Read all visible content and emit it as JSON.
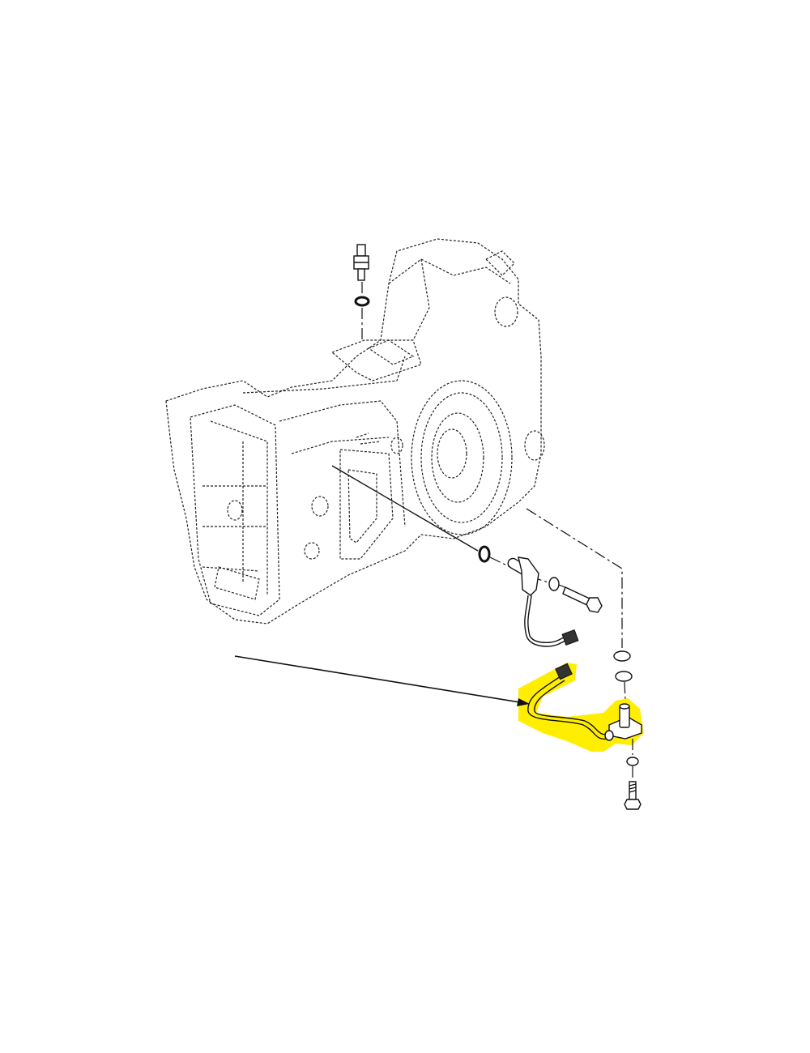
{
  "diagram": {
    "colors": {
      "background": "#ffffff",
      "line": "#111111",
      "highlight": "#ffee00"
    },
    "parts": [
      {
        "name": "transmission-housing",
        "style": "dashed-phantom"
      },
      {
        "name": "pressure-switch-plug"
      },
      {
        "name": "o-ring-upper"
      },
      {
        "name": "speed-sensor"
      },
      {
        "name": "o-ring-sensor"
      },
      {
        "name": "washer-sensor"
      },
      {
        "name": "bolt-sensor"
      },
      {
        "name": "washer-upper"
      },
      {
        "name": "washer-lower"
      },
      {
        "name": "highlighted-sensor-harness",
        "highlighted": true
      },
      {
        "name": "washer-bottom"
      },
      {
        "name": "bolt-bottom"
      },
      {
        "name": "leader-arrow"
      }
    ]
  }
}
